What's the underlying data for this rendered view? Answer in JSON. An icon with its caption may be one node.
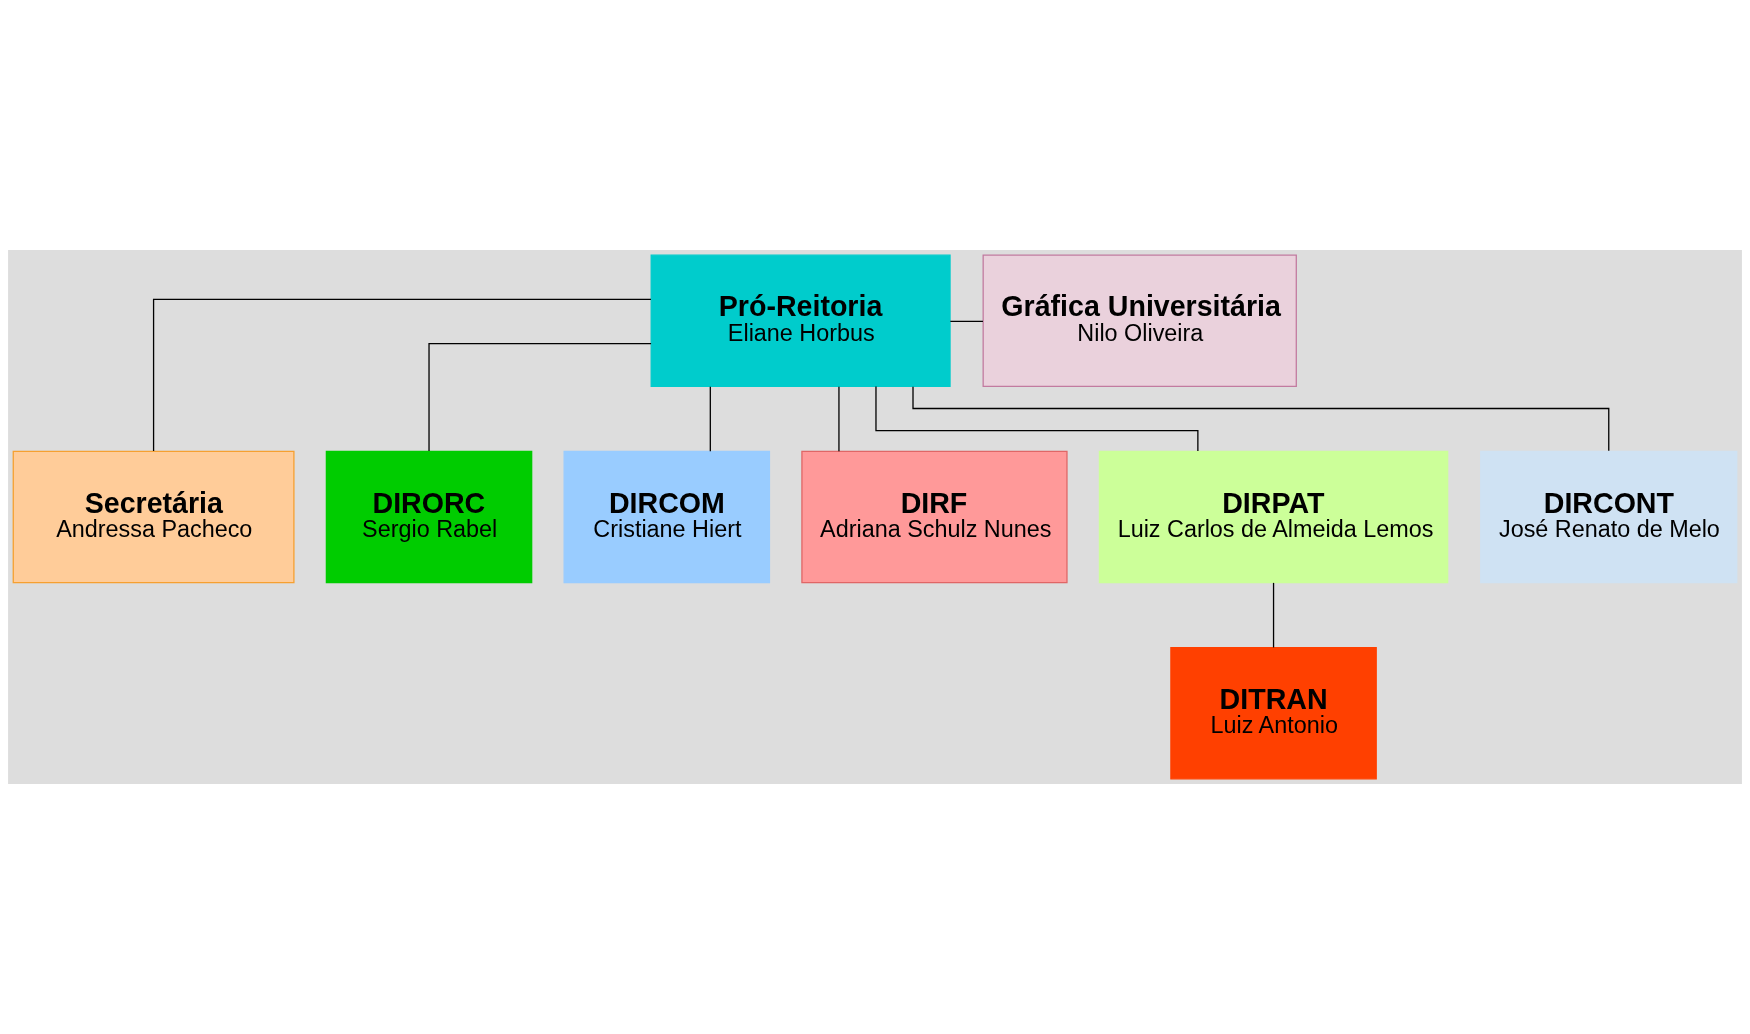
{
  "diagram": {
    "nodes": [
      {
        "text": [
          "Pró-Reitoria",
          "Eliane Horbus"
        ]
      },
      {
        "text": [
          "Gráfica Universitária",
          "Nilo Oliveira"
        ]
      },
      {
        "text": [
          "Secretária",
          "Andressa Pacheco"
        ]
      },
      {
        "text": [
          "DIRORC",
          "Sergio Rabel"
        ]
      },
      {
        "text": [
          "DIRCOM",
          "Cristiane Hiert"
        ]
      },
      {
        "text": [
          "DIRF",
          "Adriana Schulz Nunes"
        ]
      },
      {
        "text": [
          "DIRPAT",
          "Luiz Carlos de Almeida Lemos"
        ]
      },
      {
        "text": [
          "DIRCONT",
          "José Renato de Melo"
        ]
      },
      {
        "text": [
          "DITRAN",
          "Luiz Antonio"
        ]
      }
    ],
    "edges": [
      {
        "from": 0,
        "to": 1,
        "arrow": "none"
      },
      {
        "from": 0,
        "to": 2,
        "arrow": "none"
      },
      {
        "from": 0,
        "to": 3,
        "arrow": "none"
      },
      {
        "from": 0,
        "to": 4,
        "arrow": "none"
      },
      {
        "from": 0,
        "to": 5,
        "arrow": "none"
      },
      {
        "from": 0,
        "to": 6,
        "arrow": "none"
      },
      {
        "from": 0,
        "to": 7,
        "arrow": "none"
      },
      {
        "from": 6,
        "to": 8,
        "arrow": "none"
      }
    ]
  }
}
